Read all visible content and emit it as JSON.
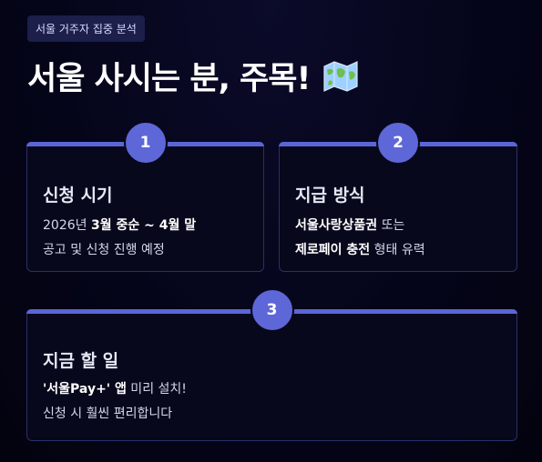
{
  "tag": "서울 거주자 집중 분석",
  "headline": "서울 사시는 분, 주목!",
  "headline_icon": "world-map-icon",
  "cards": [
    {
      "number": "1",
      "title": "신청 시기",
      "line1_prefix": "2026년 ",
      "line1_bold": "3월 중순 ~ 4월 말",
      "line1_suffix": "",
      "line2_prefix": "공고 및 신청 진행 예정",
      "line2_bold": "",
      "line2_suffix": ""
    },
    {
      "number": "2",
      "title": "지급 방식",
      "line1_prefix": "",
      "line1_bold": "서울사랑상품권",
      "line1_suffix": " 또는",
      "line2_prefix": "",
      "line2_bold": "제로페이 충전",
      "line2_suffix": " 형태 유력"
    },
    {
      "number": "3",
      "title": "지금 할 일",
      "line1_prefix": "",
      "line1_bold": "'서울Pay+' 앱",
      "line1_suffix": " 미리 설치!",
      "line2_prefix": "신청 시 훨씬 편리합니다",
      "line2_bold": "",
      "line2_suffix": ""
    }
  ],
  "colors": {
    "accent": "#5d67d8",
    "card_border": "#2b2f66",
    "background": "#05051a"
  }
}
